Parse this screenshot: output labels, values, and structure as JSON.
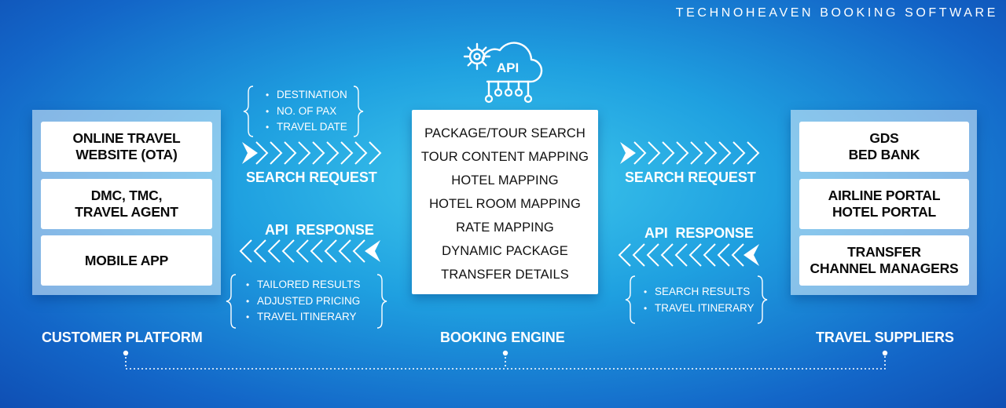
{
  "brand": "TECHNOHEAVEN BOOKING SOFTWARE",
  "customer": {
    "cards": [
      [
        "ONLINE TRAVEL",
        "WEBSITE (OTA)"
      ],
      [
        "DMC, TMC,",
        "TRAVEL AGENT"
      ],
      [
        "MOBILE APP"
      ]
    ],
    "label": "CUSTOMER PLATFORM"
  },
  "engine": {
    "api_label": "API",
    "items": [
      "PACKAGE/TOUR SEARCH",
      "TOUR CONTENT MAPPING",
      "HOTEL MAPPING",
      "HOTEL ROOM MAPPING",
      "RATE MAPPING",
      "DYNAMIC PACKAGE",
      "TRANSFER DETAILS"
    ],
    "label": "BOOKING ENGINE"
  },
  "suppliers": {
    "cards": [
      [
        "GDS",
        "BED BANK"
      ],
      [
        "AIRLINE PORTAL",
        "HOTEL PORTAL"
      ],
      [
        "TRANSFER",
        "CHANNEL MANAGERS"
      ]
    ],
    "label": "TRAVEL SUPPLIERS"
  },
  "left_flow": {
    "request_params": [
      "DESTINATION",
      "NO. OF PAX",
      "TRAVEL DATE"
    ],
    "request_label": "SEARCH REQUEST",
    "response_label": "API  RESPONSE",
    "response_items": [
      "TAILORED RESULTS",
      "ADJUSTED PRICING",
      "TRAVEL ITINERARY"
    ]
  },
  "right_flow": {
    "request_label": "SEARCH REQUEST",
    "response_label": "API  RESPONSE",
    "response_items": [
      "SEARCH RESULTS",
      "TRAVEL ITINERARY"
    ]
  },
  "colors": {
    "bg_center": "#3ec8ec",
    "bg_edge": "#0f4fb4",
    "card": "#ffffff",
    "text_dark": "#0a0a0a"
  }
}
